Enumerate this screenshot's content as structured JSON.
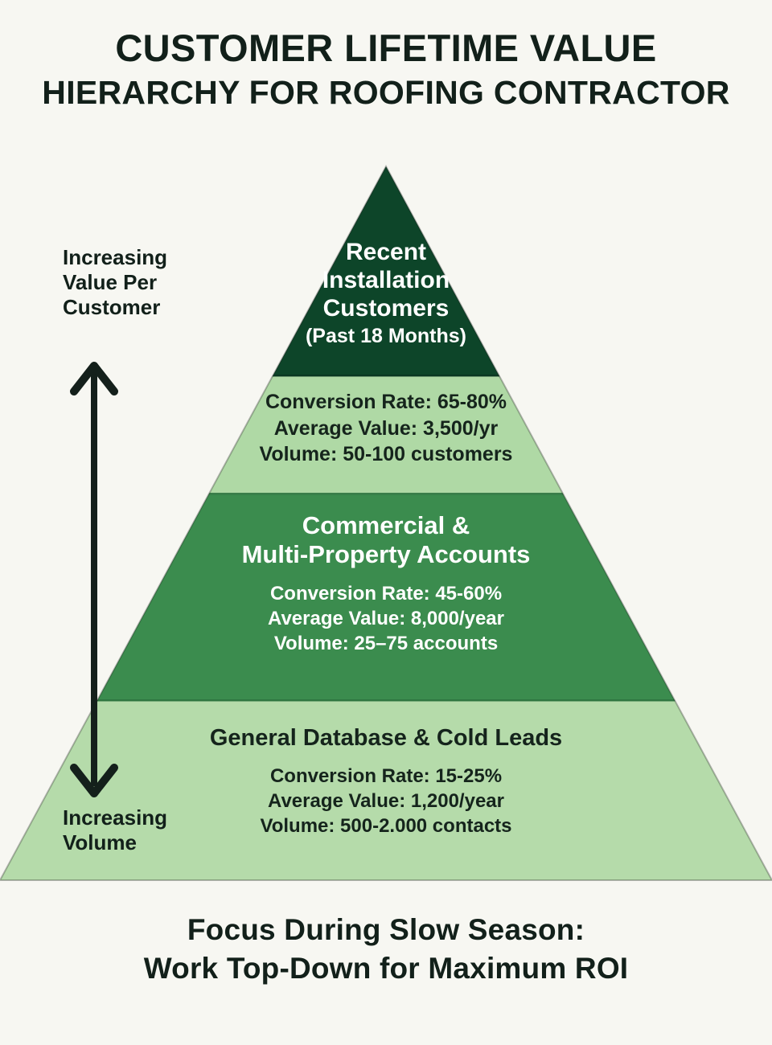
{
  "title": {
    "line1": "CUSTOMER LIFETIME VALUE",
    "line2": "HIERARCHY FOR ROOFING CONTRACTOR"
  },
  "annotations": {
    "top_label": "Increasing\nValue Per\nCustomer",
    "top_label_l1": "Increasing",
    "top_label_l2": "Value Per",
    "top_label_l3": "Customer",
    "bottom_label_l1": "Increasing",
    "bottom_label_l2": "Volume",
    "arrow": "double-headed-vertical-arrow"
  },
  "footer": {
    "line1": "Focus During Slow Season:",
    "line2": "Work Top-Down for Maximum ROI"
  },
  "colors": {
    "background": "#f7f7f2",
    "tier1": "#0d4529",
    "tier2": "#afd9a5",
    "tier3": "#3b8c4e",
    "tier4": "#b5dbaa",
    "text_dark": "#12201a",
    "text_light": "#ffffff",
    "arrow": "#14201b"
  },
  "chart_data": {
    "type": "pyramid",
    "title": "CUSTOMER LIFETIME VALUE HIERARCHY FOR ROOFING CONTRACTOR",
    "subtitle": "Focus During Slow Season: Work Top-Down for Maximum ROI",
    "axis_note_top": "Increasing Value Per Customer",
    "axis_note_bottom": "Increasing Volume",
    "tiers": [
      {
        "rank": 1,
        "name": "Recent Installation Customers",
        "qualifier": "(Past 18 Months)",
        "head_l1": "Recent",
        "head_l2": "Installation",
        "head_l3": "Customers",
        "conversion_rate": "Conversion Rate: 65-80%",
        "average_value": "Average Value: 3,500/yr",
        "volume": "Volume: 50-100 customers",
        "conversion_min": 65,
        "conversion_max": 80,
        "value_avg": 3500,
        "volume_min": 50,
        "volume_max": 100,
        "fill": "#0d4529",
        "text_color": "#ffffff"
      },
      {
        "rank": 2,
        "name": "Commercial & Multi-Property Accounts",
        "head_l1": "Commercial &",
        "head_l2": "Multi-Property Accounts",
        "conversion_rate": "Conversion Rate: 45-60%",
        "average_value": "Average Value: 8,000/year",
        "volume": "Volume: 25–75 accounts",
        "conversion_min": 45,
        "conversion_max": 60,
        "value_avg": 8000,
        "volume_min": 25,
        "volume_max": 75,
        "fill": "#3b8c4e",
        "text_color": "#ffffff"
      },
      {
        "rank": 3,
        "name": "General Database & Cold Leads",
        "head_l1": "General Database & Cold Leads",
        "conversion_rate": "Conversion Rate: 15-25%",
        "average_value": "Average Value: 1,200/year",
        "volume": "Volume: 500-2.000 contacts",
        "conversion_min": 15,
        "conversion_max": 25,
        "value_avg": 1200,
        "volume_min": 500,
        "volume_max": 2000,
        "fill": "#b5dbaa",
        "text_color": "#15241c"
      }
    ]
  }
}
